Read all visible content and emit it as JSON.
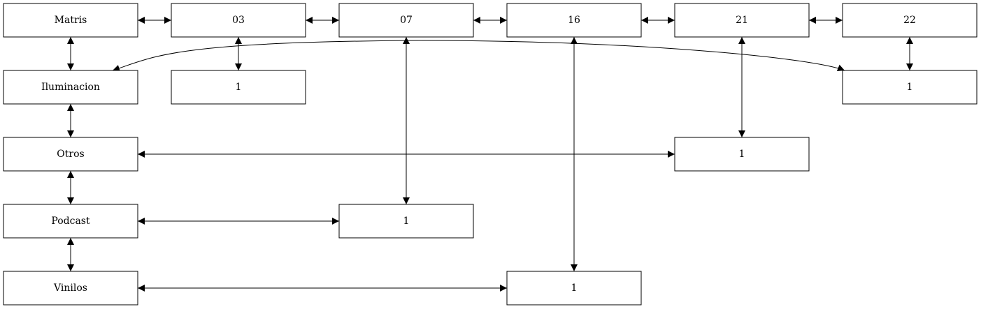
{
  "diagram": {
    "nodes": [
      {
        "id": "matris",
        "label": "Matris"
      },
      {
        "id": "n03",
        "label": "03"
      },
      {
        "id": "n07",
        "label": "07"
      },
      {
        "id": "n16",
        "label": "16"
      },
      {
        "id": "n21",
        "label": "21"
      },
      {
        "id": "n22",
        "label": "22"
      },
      {
        "id": "iluminacion",
        "label": "Iluminacion"
      },
      {
        "id": "otros",
        "label": "Otros"
      },
      {
        "id": "podcast",
        "label": "Podcast"
      },
      {
        "id": "vinilos",
        "label": "Vinilos"
      },
      {
        "id": "c03",
        "label": "1"
      },
      {
        "id": "c22",
        "label": "1"
      },
      {
        "id": "c21",
        "label": "1"
      },
      {
        "id": "c07",
        "label": "1"
      },
      {
        "id": "c16",
        "label": "1"
      }
    ],
    "edges": [
      {
        "from": "matris",
        "to": "n03",
        "dir": "both"
      },
      {
        "from": "n03",
        "to": "n07",
        "dir": "both"
      },
      {
        "from": "n07",
        "to": "n16",
        "dir": "both"
      },
      {
        "from": "n16",
        "to": "n21",
        "dir": "both"
      },
      {
        "from": "n21",
        "to": "n22",
        "dir": "both"
      },
      {
        "from": "matris",
        "to": "iluminacion",
        "dir": "both"
      },
      {
        "from": "iluminacion",
        "to": "otros",
        "dir": "both"
      },
      {
        "from": "otros",
        "to": "podcast",
        "dir": "both"
      },
      {
        "from": "podcast",
        "to": "vinilos",
        "dir": "both"
      },
      {
        "from": "n03",
        "to": "c03",
        "dir": "both"
      },
      {
        "from": "n22",
        "to": "c22",
        "dir": "both"
      },
      {
        "from": "n21",
        "to": "c21",
        "dir": "both"
      },
      {
        "from": "n07",
        "to": "c07",
        "dir": "both"
      },
      {
        "from": "n16",
        "to": "c16",
        "dir": "both"
      },
      {
        "from": "iluminacion",
        "to": "c22",
        "dir": "both"
      },
      {
        "from": "otros",
        "to": "c21",
        "dir": "both"
      },
      {
        "from": "podcast",
        "to": "c07",
        "dir": "both"
      },
      {
        "from": "vinilos",
        "to": "c16",
        "dir": "both"
      }
    ]
  }
}
